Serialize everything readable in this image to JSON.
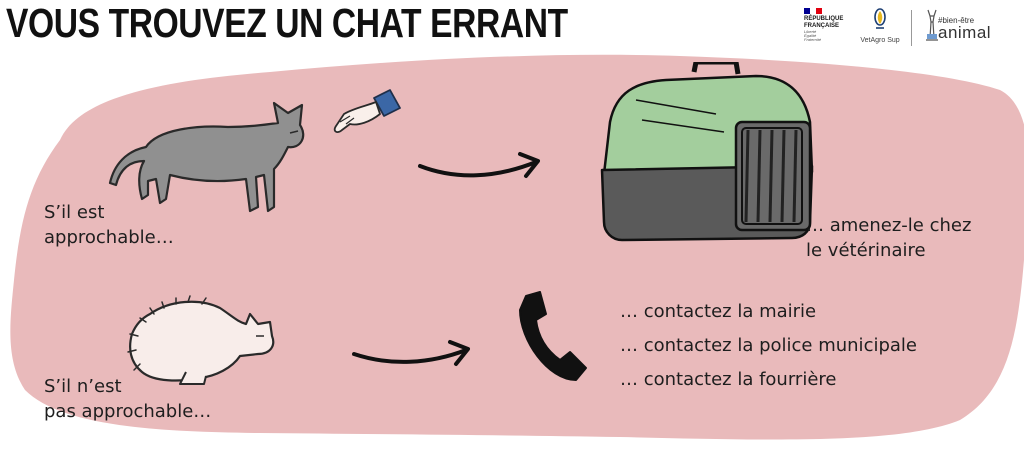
{
  "title": "VOUS TROUVEZ UN CHAT ERRANT",
  "logos": {
    "republique_line1": "RÉPUBLIQUE",
    "republique_line2": "FRANÇAISE",
    "motto": [
      "Liberté",
      "Égalité",
      "Fraternité"
    ],
    "vetagro_label": "VetAgro Sup",
    "bea_small": "#bien-être",
    "bea_big": "animal"
  },
  "approachable": {
    "condition_line1": "S’il est",
    "condition_line2": "approchable…",
    "action_line1": "… amenez-le chez",
    "action_line2": "le vétérinaire"
  },
  "not_approachable": {
    "condition_line1": "S’il n’est",
    "condition_line2": "pas approchable…",
    "actions": [
      "… contactez la mairie",
      "… contactez la police municipale",
      "… contactez la fourrière"
    ]
  },
  "icons": [
    "grey-cat-icon",
    "hand-icon",
    "arrow-icon",
    "pet-carrier-icon",
    "crouching-cat-icon",
    "phone-icon"
  ],
  "colors": {
    "background_blob": "#E9BABB",
    "grey_cat": "#909090",
    "carrier_lid": "#A3CE9D",
    "carrier_base": "#5A5A5A",
    "sleeve": "#3B67A6",
    "white_cat": "#F8EDEA"
  }
}
